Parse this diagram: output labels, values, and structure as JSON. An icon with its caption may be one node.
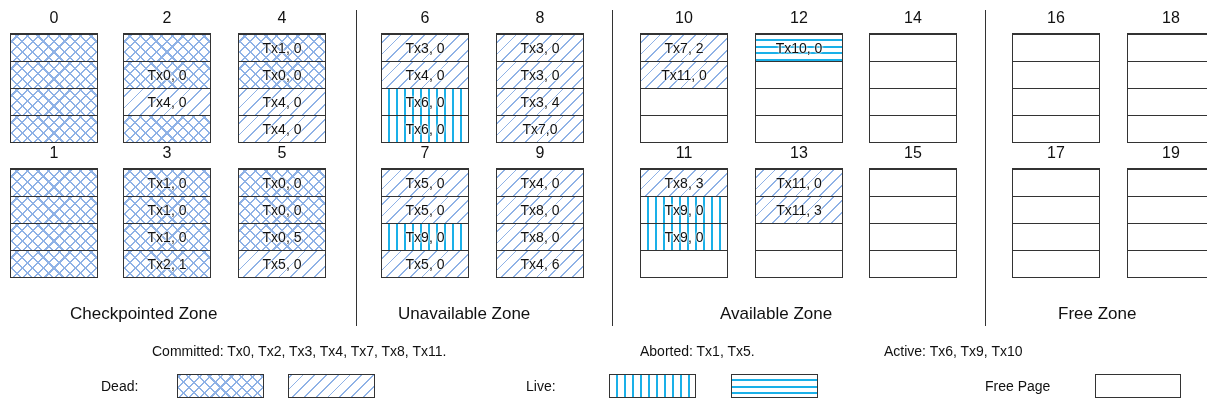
{
  "diagram": {
    "nodes": [
      {
        "text": [
          "0"
        ]
      },
      {
        "text": [],
        "shape": "box",
        "in": 0
      },
      {
        "text": [],
        "shape": "box",
        "in": 0
      },
      {
        "text": [],
        "shape": "box",
        "in": 0
      },
      {
        "text": [],
        "shape": "box",
        "in": 0
      },
      {
        "text": [
          "2"
        ]
      },
      {
        "text": [],
        "shape": "box",
        "in": 5
      },
      {
        "text": [
          "Tx0, 0"
        ],
        "in": 5
      },
      {
        "text": [
          "Tx4, 0"
        ],
        "in": 5
      },
      {
        "text": [],
        "shape": "box",
        "in": 5
      },
      {
        "text": [
          "4"
        ]
      },
      {
        "text": [
          "Tx1, 0"
        ],
        "in": 10
      },
      {
        "text": [
          "Tx0, 0"
        ],
        "in": 10
      },
      {
        "text": [
          "Tx4, 0"
        ],
        "in": 10
      },
      {
        "text": [
          "Tx4, 0"
        ],
        "in": 10
      },
      {
        "text": [
          "6"
        ]
      },
      {
        "text": [
          "Tx3, 0"
        ],
        "in": 15
      },
      {
        "text": [
          "Tx4, 0"
        ],
        "in": 15
      },
      {
        "text": [
          "Tx6, 0"
        ],
        "in": 15
      },
      {
        "text": [
          "Tx6, 0"
        ],
        "in": 15
      },
      {
        "text": [
          "8"
        ]
      },
      {
        "text": [
          "Tx3, 0"
        ],
        "in": 20
      },
      {
        "text": [
          "Tx3, 0"
        ],
        "in": 20
      },
      {
        "text": [
          "Tx3, 4"
        ],
        "in": 20
      },
      {
        "text": [
          "Tx7,0"
        ],
        "in": 20
      },
      {
        "text": [
          "10"
        ]
      },
      {
        "text": [
          "Tx7, 2"
        ],
        "in": 25
      },
      {
        "text": [
          "Tx11, 0"
        ],
        "in": 25
      },
      {
        "text": [],
        "shape": "box",
        "in": 25
      },
      {
        "text": [],
        "shape": "box",
        "in": 25
      },
      {
        "text": [
          "12"
        ]
      },
      {
        "text": [
          "Tx10, 0"
        ],
        "in": 30
      },
      {
        "text": [],
        "shape": "box",
        "in": 30
      },
      {
        "text": [],
        "shape": "box",
        "in": 30
      },
      {
        "text": [],
        "shape": "box",
        "in": 30
      },
      {
        "text": [
          "14"
        ]
      },
      {
        "text": [],
        "shape": "box",
        "in": 35
      },
      {
        "text": [],
        "shape": "box",
        "in": 35
      },
      {
        "text": [],
        "shape": "box",
        "in": 35
      },
      {
        "text": [],
        "shape": "box",
        "in": 35
      },
      {
        "text": [
          "16"
        ]
      },
      {
        "text": [],
        "shape": "box",
        "in": 40
      },
      {
        "text": [],
        "shape": "box",
        "in": 40
      },
      {
        "text": [],
        "shape": "box",
        "in": 40
      },
      {
        "text": [],
        "shape": "box",
        "in": 40
      },
      {
        "text": [
          "18"
        ]
      },
      {
        "text": [],
        "shape": "box",
        "in": 45
      },
      {
        "text": [],
        "shape": "box",
        "in": 45
      },
      {
        "text": [],
        "shape": "box",
        "in": 45
      },
      {
        "text": [],
        "shape": "box",
        "in": 45
      },
      {
        "text": [
          "1"
        ]
      },
      {
        "text": [],
        "shape": "box",
        "in": 50
      },
      {
        "text": [],
        "shape": "box",
        "in": 50
      },
      {
        "text": [],
        "shape": "box",
        "in": 50
      },
      {
        "text": [],
        "shape": "box",
        "in": 50
      },
      {
        "text": [
          "3"
        ]
      },
      {
        "text": [
          "Tx1, 0"
        ],
        "in": 55
      },
      {
        "text": [
          "Tx1, 0"
        ],
        "in": 55
      },
      {
        "text": [
          "Tx1, 0"
        ],
        "in": 55
      },
      {
        "text": [
          "Tx2, 1"
        ],
        "in": 55
      },
      {
        "text": [
          "5"
        ]
      },
      {
        "text": [
          "Tx0, 0"
        ],
        "in": 60
      },
      {
        "text": [
          "Tx0, 0"
        ],
        "in": 60
      },
      {
        "text": [
          "Tx0, 5"
        ],
        "in": 60
      },
      {
        "text": [
          "Tx5, 0"
        ],
        "in": 60
      },
      {
        "text": [
          "7"
        ]
      },
      {
        "text": [
          "Tx5, 0"
        ],
        "in": 65
      },
      {
        "text": [
          "Tx5, 0"
        ],
        "in": 65
      },
      {
        "text": [
          "Tx9, 0"
        ],
        "in": 65
      },
      {
        "text": [
          "Tx5, 0"
        ],
        "in": 65
      },
      {
        "text": [
          "9"
        ]
      },
      {
        "text": [
          "Tx4, 0"
        ],
        "in": 70
      },
      {
        "text": [
          "Tx8, 0"
        ],
        "in": 70
      },
      {
        "text": [
          "Tx8, 0"
        ],
        "in": 70
      },
      {
        "text": [
          "Tx4, 6"
        ],
        "in": 70
      },
      {
        "text": [
          "11"
        ]
      },
      {
        "text": [
          "Tx8, 3"
        ],
        "in": 75
      },
      {
        "text": [
          "Tx9, 0"
        ],
        "in": 75
      },
      {
        "text": [
          "Tx9, 0"
        ],
        "in": 75
      },
      {
        "text": [],
        "shape": "box",
        "in": 75
      },
      {
        "text": [
          "13"
        ]
      },
      {
        "text": [
          "Tx11, 0"
        ],
        "in": 80
      },
      {
        "text": [
          "Tx11, 3"
        ],
        "in": 80
      },
      {
        "text": [],
        "shape": "box",
        "in": 80
      },
      {
        "text": [],
        "shape": "box",
        "in": 80
      },
      {
        "text": [
          "15"
        ]
      },
      {
        "text": [],
        "shape": "box",
        "in": 85
      },
      {
        "text": [],
        "shape": "box",
        "in": 85
      },
      {
        "text": [],
        "shape": "box",
        "in": 85
      },
      {
        "text": [],
        "shape": "box",
        "in": 85
      },
      {
        "text": [
          "17"
        ]
      },
      {
        "text": [],
        "shape": "box",
        "in": 90
      },
      {
        "text": [],
        "shape": "box",
        "in": 90
      },
      {
        "text": [],
        "shape": "box",
        "in": 90
      },
      {
        "text": [],
        "shape": "box",
        "in": 90
      },
      {
        "text": [
          "19"
        ]
      },
      {
        "text": [],
        "shape": "box",
        "in": 95
      },
      {
        "text": [],
        "shape": "box",
        "in": 95
      },
      {
        "text": [],
        "shape": "box",
        "in": 95
      },
      {
        "text": [],
        "shape": "box",
        "in": 95
      }
    ],
    "labels": [
      "Checkpointed Zone",
      "Unavailable Zone",
      "Available Zone",
      "Free Zone",
      "Committed: Tx0, Tx2, Tx3, Tx4, Tx7, Tx8, Tx11.",
      "Aborted: Tx1, Tx5.",
      "Active: Tx6, Tx9, Tx10"
    ],
    "legend": [
      {
        "text": "Dead:"
      },
      {
        "text": "Live:"
      },
      {
        "text": "Free Page"
      }
    ]
  }
}
